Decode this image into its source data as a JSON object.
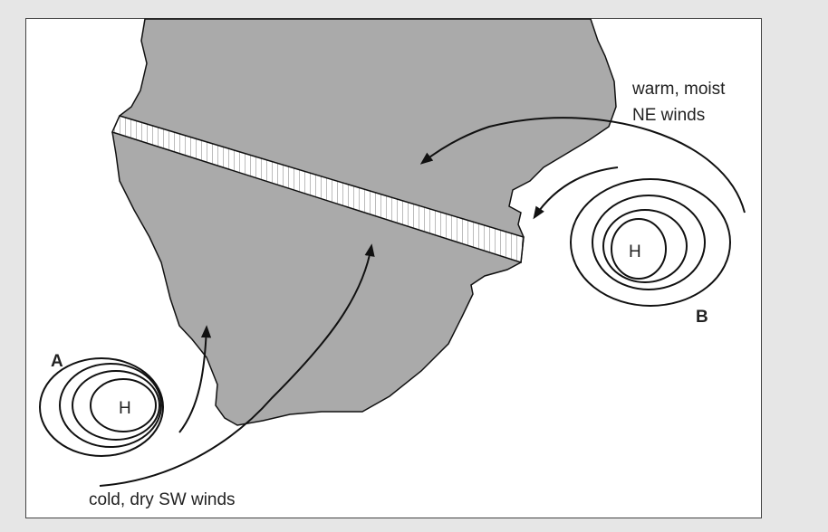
{
  "diagram": {
    "labels": {
      "warm_line1": "warm, moist",
      "warm_line2": "NE winds",
      "cold": "cold, dry SW winds",
      "high_a_letter": "A",
      "high_b_letter": "B",
      "high_a_symbol": "H",
      "high_b_symbol": "H"
    },
    "colors": {
      "land": "#aaaaaa",
      "background": "#e6e6e6",
      "line": "#111111"
    }
  }
}
